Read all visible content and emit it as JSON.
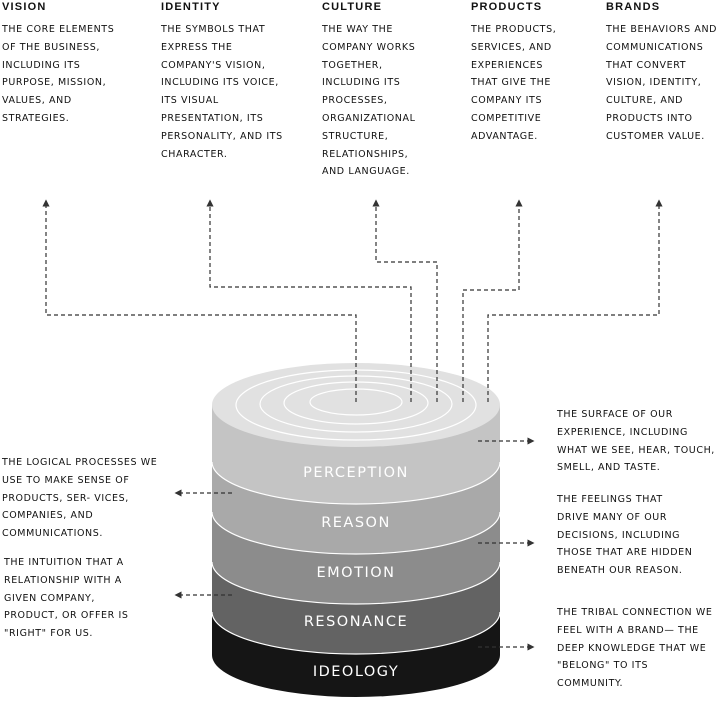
{
  "columns": [
    {
      "title": "VISION",
      "text": "THE CORE ELEMENTS OF THE BUSINESS, INCLUDING ITS PURPOSE, MISSION, VALUES, AND STRATEGIES."
    },
    {
      "title": "IDENTITY",
      "text": "THE SYMBOLS THAT EXPRESS THE COMPANY'S VISION, INCLUDING ITS VOICE, ITS VISUAL PRESENTATION, ITS PERSONALITY, AND ITS CHARACTER."
    },
    {
      "title": "CULTURE",
      "text": "THE WAY THE COMPANY WORKS TOGETHER, INCLUDING ITS PROCESSES, ORGANIZATIONAL STRUCTURE, RELATIONSHIPS, AND LANGUAGE."
    },
    {
      "title": "PRODUCTS",
      "text": "THE PRODUCTS, SERVICES, AND EXPERIENCES THAT GIVE THE COMPANY ITS COMPETITIVE ADVANTAGE."
    },
    {
      "title": "BRANDS",
      "text": "THE BEHAVIORS AND COMMUNICATIONS THAT CONVERT VISION, IDENTITY, CULTURE, AND PRODUCTS INTO CUSTOMER VALUE."
    }
  ],
  "layers": [
    "PERCEPTION",
    "REASON",
    "EMOTION",
    "RESONANCE",
    "IDEOLOGY"
  ],
  "layer_colors": [
    "#c4c4c4",
    "#a9a9a9",
    "#8c8c8c",
    "#636363",
    "#151515"
  ],
  "left_notes": [
    "THE LOGICAL PROCESSES WE USE TO MAKE SENSE OF PRODUCTS, SER- VICES, COMPANIES, AND COMMUNICATIONS.",
    "THE INTUITION THAT A RELATIONSHIP WITH A GIVEN COMPANY, PRODUCT, OR OFFER IS \"RIGHT\" FOR US."
  ],
  "right_notes": [
    "THE SURFACE OF OUR EXPERIENCE, INCLUDING WHAT WE SEE, HEAR, TOUCH, SMELL, AND TASTE.",
    "THE FEELINGS THAT DRIVE MANY OF OUR DECISIONS, INCLUDING THOSE THAT ARE HIDDEN BENEATH OUR REASON.",
    "THE TRIBAL CONNECTION WE FEEL WITH A BRAND— THE DEEP KNOWLEDGE THAT WE \"BELONG\" TO ITS COMMUNITY."
  ]
}
